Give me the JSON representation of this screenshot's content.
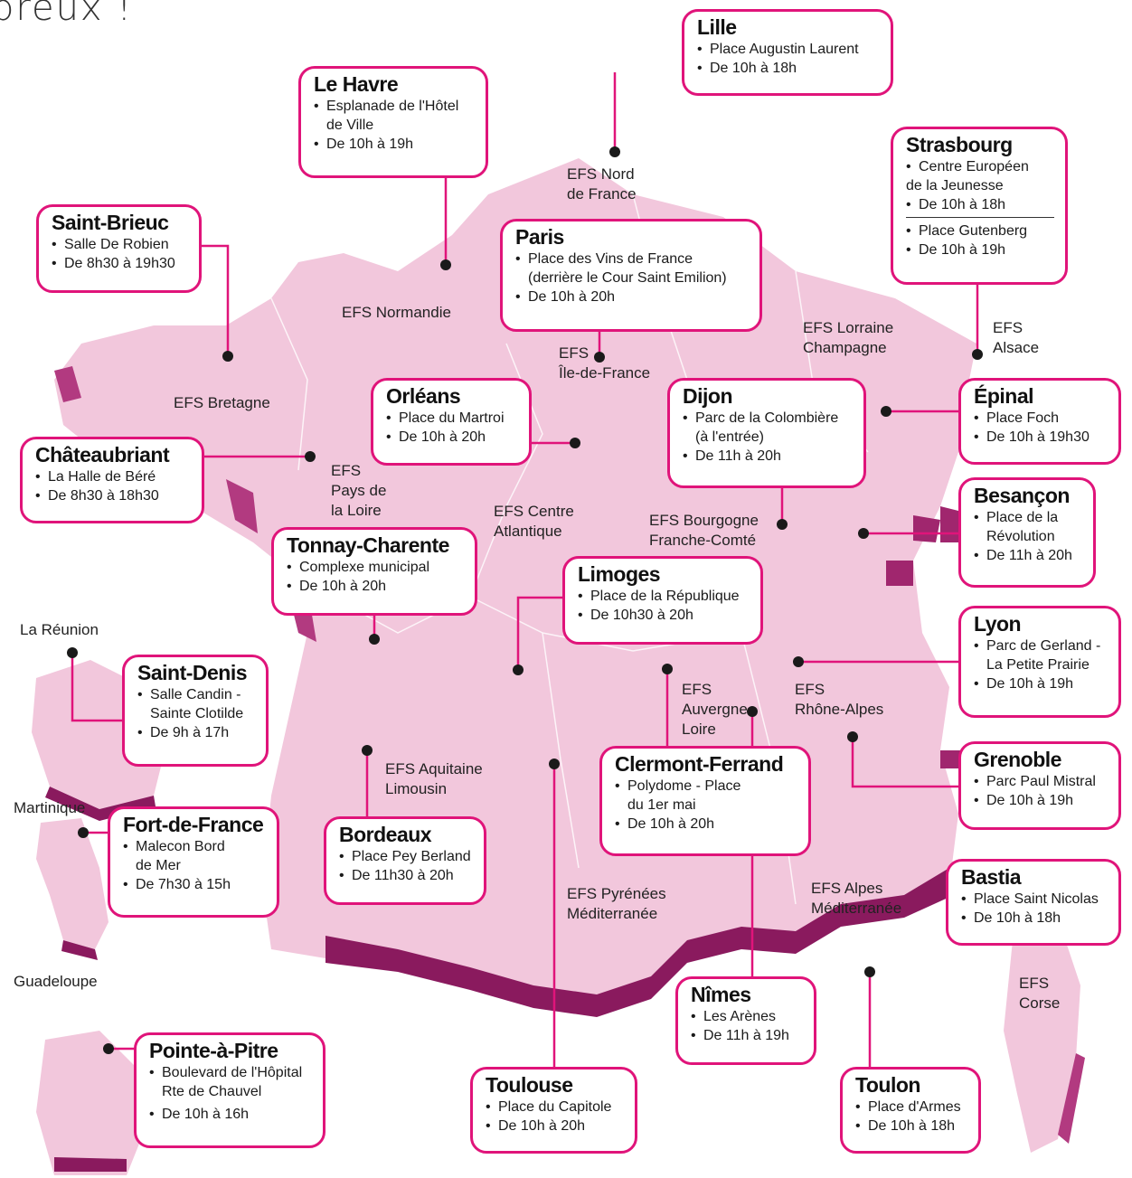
{
  "header": {
    "text": "breux !"
  },
  "colors": {
    "accent": "#e0147a",
    "map_light": "#f2c7dc",
    "map_mid": "#e6a8c9",
    "map_dark": "#8a1a5e"
  },
  "regions": [
    "EFS Nord\nde France",
    "EFS Normandie",
    "EFS Bretagne",
    "EFS\nPays de\nla Loire",
    "EFS Centre\nAtlantique",
    "EFS\nÎle-de-France",
    "EFS Lorraine\nChampagne",
    "EFS\nAlsace",
    "EFS Bourgogne\nFranche-Comté",
    "EFS\nRhône-Alpes",
    "EFS\nAuvergne\nLoire",
    "EFS Aquitaine\nLimousin",
    "EFS Pyrénées\nMéditerranée",
    "EFS Alpes\nMéditerranée",
    "EFS\nCorse"
  ],
  "territories": [
    "La Réunion",
    "Martinique",
    "Guadeloupe"
  ],
  "sites": {
    "lille": {
      "city": "Lille",
      "lines": [
        "Place Augustin Laurent",
        "De 10h à 18h"
      ]
    },
    "le_havre": {
      "city": "Le Havre",
      "lines": [
        "Esplanade de l'Hôtel",
        "de Ville",
        "De 10h à 19h"
      ]
    },
    "strasbourg": {
      "city": "Strasbourg",
      "lines": [
        "Centre Européen",
        "de la Jeunesse",
        "De 10h à 18h",
        "Place Gutenberg",
        "De 10h à 19h"
      ]
    },
    "saint_brieuc": {
      "city": "Saint-Brieuc",
      "lines": [
        "Salle De Robien",
        "De 8h30 à 19h30"
      ]
    },
    "paris": {
      "city": "Paris",
      "lines": [
        "Place des Vins de France",
        "(derrière le Cour Saint Emilion)",
        "De 10h à 20h"
      ]
    },
    "orleans": {
      "city": "Orléans",
      "lines": [
        "Place du Martroi",
        "De 10h à 20h"
      ]
    },
    "dijon": {
      "city": "Dijon",
      "lines": [
        "Parc de la Colombière",
        "(à l'entrée)",
        "De 11h à 20h"
      ]
    },
    "epinal": {
      "city": "Épinal",
      "lines": [
        "Place Foch",
        "De 10h à 19h30"
      ]
    },
    "chateaubriant": {
      "city": "Châteaubriant",
      "lines": [
        "La Halle de Béré",
        "De 8h30 à 18h30"
      ]
    },
    "besancon": {
      "city": "Besançon",
      "lines": [
        "Place de la",
        "Révolution",
        "De 11h à 20h"
      ]
    },
    "tonnay": {
      "city": "Tonnay-Charente",
      "lines": [
        "Complexe municipal",
        "De 10h à 20h"
      ]
    },
    "limoges": {
      "city": "Limoges",
      "lines": [
        "Place de la République",
        "De 10h30 à 20h"
      ]
    },
    "lyon": {
      "city": "Lyon",
      "lines": [
        "Parc de Gerland -",
        "La Petite Prairie",
        "De 10h à 19h"
      ]
    },
    "saint_denis": {
      "city": "Saint-Denis",
      "lines": [
        "Salle Candin -",
        "Sainte Clotilde",
        "De 9h à 17h"
      ]
    },
    "clermont": {
      "city": "Clermont-Ferrand",
      "lines": [
        "Polydome - Place",
        "du  1er mai",
        "De 10h à 20h"
      ]
    },
    "grenoble": {
      "city": "Grenoble",
      "lines": [
        "Parc Paul Mistral",
        "De 10h à 19h"
      ]
    },
    "fort_de_france": {
      "city": "Fort-de-France",
      "lines": [
        "Malecon Bord",
        "de Mer",
        "De 7h30 à 15h"
      ]
    },
    "bordeaux": {
      "city": "Bordeaux",
      "lines": [
        "Place Pey Berland",
        "De 11h30 à 20h"
      ]
    },
    "bastia": {
      "city": "Bastia",
      "lines": [
        "Place Saint Nicolas",
        "De 10h à 18h"
      ]
    },
    "nimes": {
      "city": "Nîmes",
      "lines": [
        "Les Arènes",
        "De 11h à 19h"
      ]
    },
    "pointe_a_pitre": {
      "city": "Pointe-à-Pitre",
      "lines": [
        "Boulevard de l'Hôpital",
        "Rte de Chauvel",
        "De 10h à 16h"
      ]
    },
    "toulouse": {
      "city": "Toulouse",
      "lines": [
        "Place du Capitole",
        "De 10h à 20h"
      ]
    },
    "toulon": {
      "city": "Toulon",
      "lines": [
        "Place d'Armes",
        "De 10h à 18h"
      ]
    }
  }
}
